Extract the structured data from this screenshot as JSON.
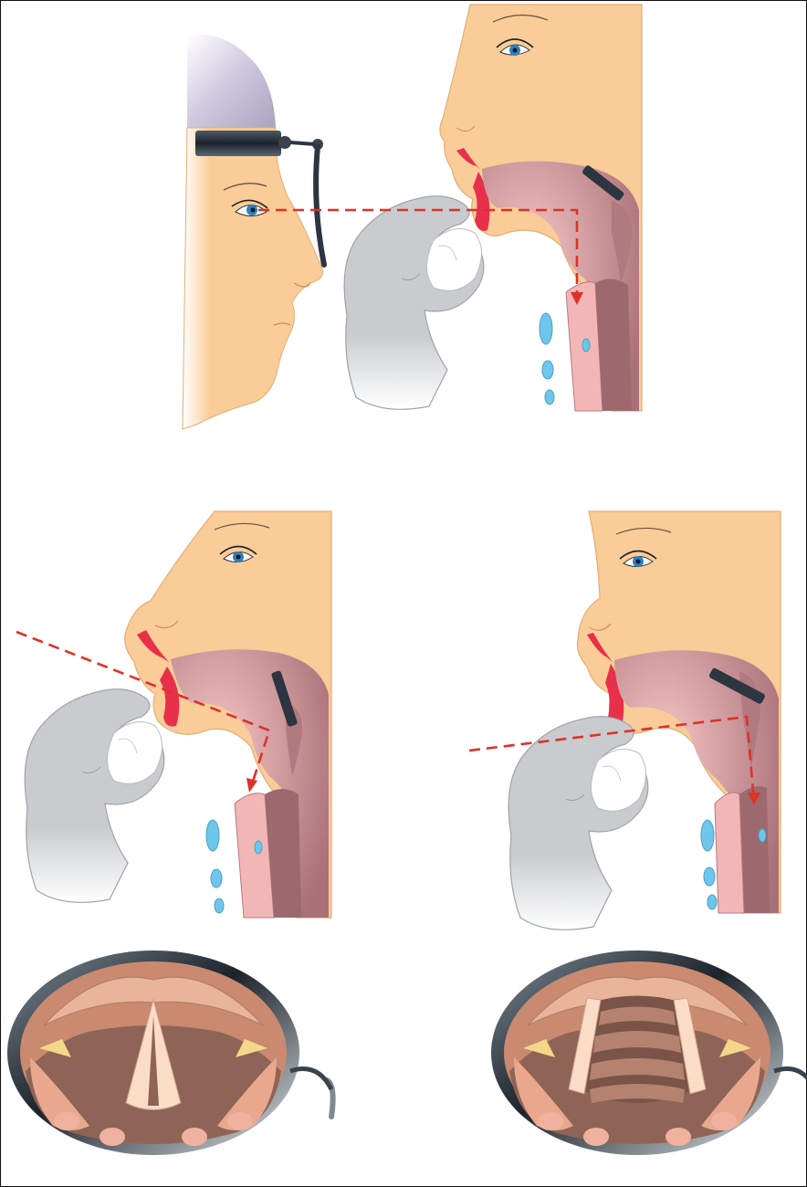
{
  "figure": {
    "panels": [
      {
        "id": "top",
        "view": "examiner-with-head-mirror-and-patient-profile",
        "beam": "horizontal-reflected-down"
      },
      {
        "id": "middle-left",
        "view": "patient-profile-oblique-beam",
        "beam": "angled-down"
      },
      {
        "id": "middle-right",
        "view": "patient-profile-horizontal-beam",
        "beam": "horizontal-reflected-down"
      },
      {
        "id": "bottom-left",
        "view": "laryngeal-mirror-image",
        "glottis": "vocal-cords-adducted-narrow-triangle"
      },
      {
        "id": "bottom-right",
        "view": "laryngeal-mirror-image",
        "glottis": "vocal-cords-abducted-tracheal-rings-visible"
      }
    ]
  },
  "colors": {
    "skin": "#f9cc98",
    "skin_outline": "#e0a870",
    "throat": "#c98f9b",
    "throat_dark": "#9c6a6e",
    "airway_pink": "#f2b6b6",
    "lip_red": "#e8304a",
    "glove": "#c9ccce",
    "glove_shade": "#a9adb0",
    "mirror_metal": "#2d3540",
    "beam": "#e0302a",
    "cartilage_blue": "#6ec7ea",
    "larynx_flesh": "#c98a70",
    "larynx_dark": "#8e6456",
    "vocal_cord": "#fbdcc6"
  }
}
